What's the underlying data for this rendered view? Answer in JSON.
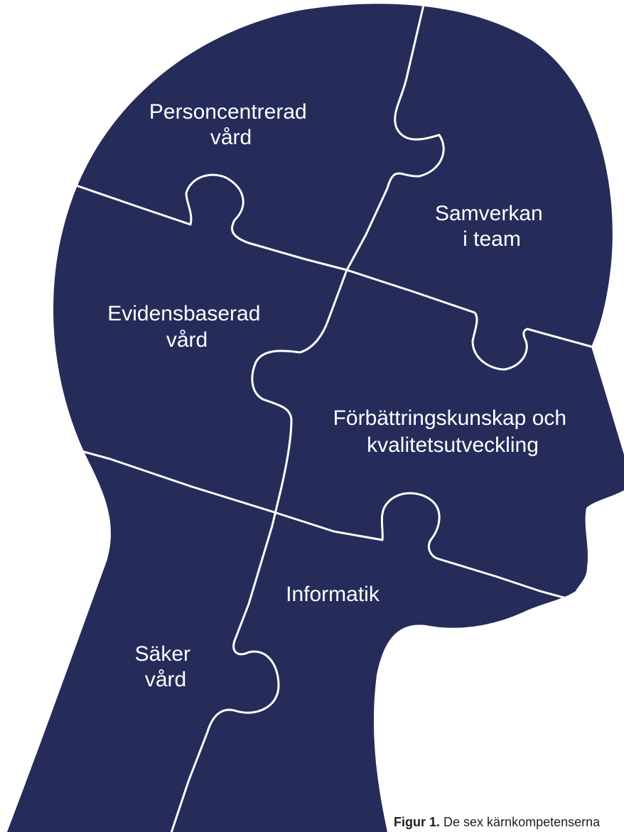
{
  "colors": {
    "head_fill": "#252c5a",
    "seam": "#ffffff",
    "label_text": "#ffffff"
  },
  "pieces": {
    "personcentrerad": {
      "line1": "Personcentrerad",
      "line2": "vård"
    },
    "samverkan": {
      "line1": "Samverkan",
      "line2": "i team"
    },
    "evidensbaserad": {
      "line1": "Evidensbaserad",
      "line2": "vård"
    },
    "forbattring": {
      "line1": "Förbättringskunskap och",
      "line2": "kvalitetsutveckling"
    },
    "informatik": {
      "line1": "Informatik"
    },
    "saker": {
      "line1": "Säker",
      "line2": "vård"
    }
  },
  "caption": {
    "label": "Figur 1.",
    "text": "De sex kärnkompetenserna"
  }
}
